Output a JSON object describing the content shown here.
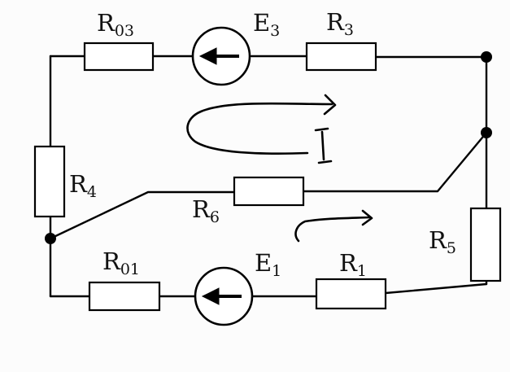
{
  "labels": {
    "R03": {
      "main": "R",
      "sub": "03"
    },
    "E3": {
      "main": "E",
      "sub": "3"
    },
    "R3": {
      "main": "R",
      "sub": "3"
    },
    "R4": {
      "main": "R",
      "sub": "4"
    },
    "R6": {
      "main": "R",
      "sub": "6"
    },
    "R5": {
      "main": "R",
      "sub": "5"
    },
    "R01": {
      "main": "R",
      "sub": "01"
    },
    "E1": {
      "main": "E",
      "sub": "1"
    },
    "R1": {
      "main": "R",
      "sub": "1"
    }
  },
  "components": {
    "resistors": [
      "R03",
      "R3",
      "R4",
      "R6",
      "R5",
      "R01",
      "R1"
    ],
    "sources": [
      "E3",
      "E1"
    ]
  },
  "annotations": {
    "loop_arrow_upper": "handwritten loop arrow",
    "loop_arrow_lower": "handwritten arrow",
    "loop_mark": "I"
  }
}
